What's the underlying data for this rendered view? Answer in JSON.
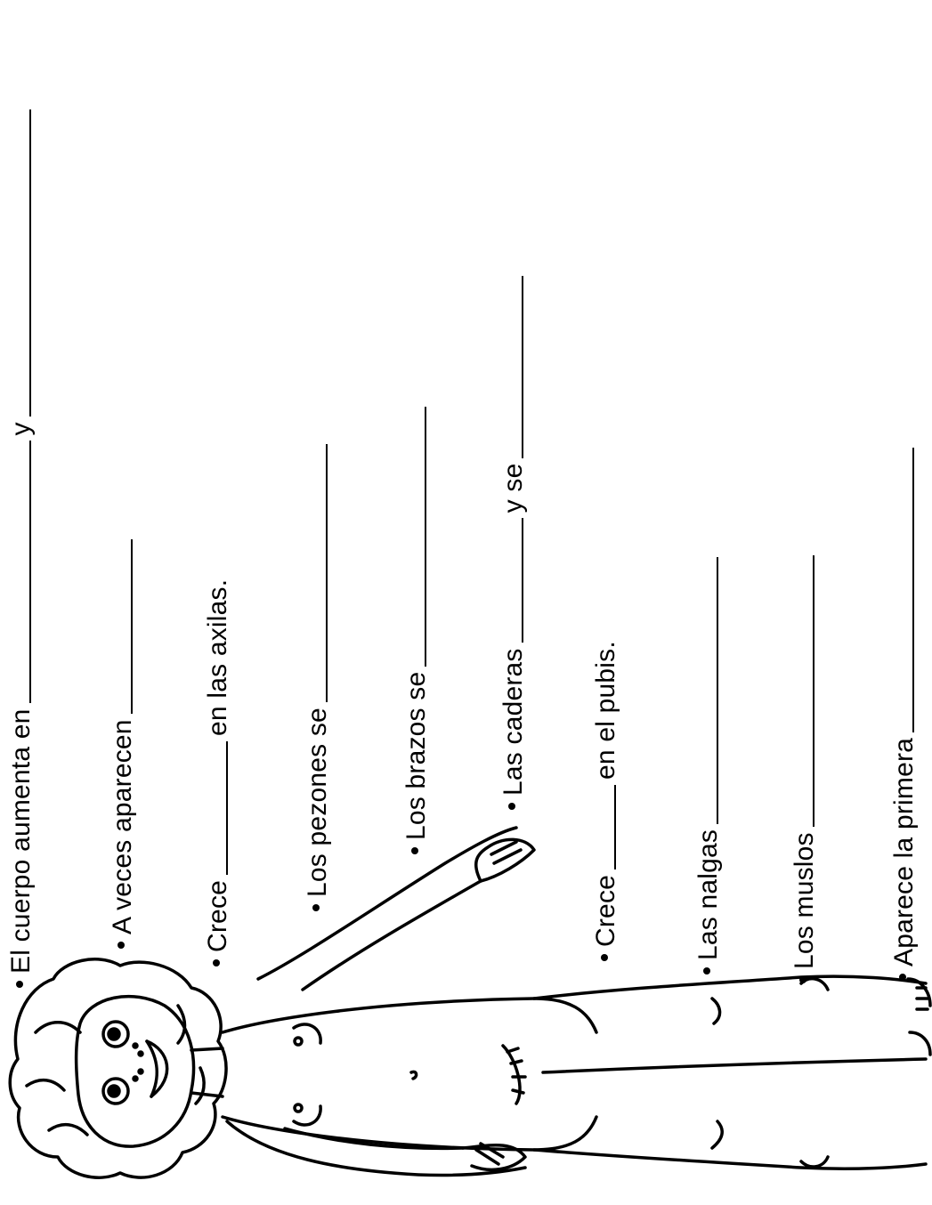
{
  "worksheet": {
    "items": [
      {
        "text_a": "El cuerpo aumenta en",
        "text_b": "y"
      },
      {
        "text_a": "A veces aparecen"
      },
      {
        "text_a": "Crece",
        "text_b": "en las axilas."
      },
      {
        "text_a": "Los pezones se"
      },
      {
        "text_a": "Los brazos se"
      },
      {
        "text_a": "Las caderas",
        "text_b": "y se"
      },
      {
        "text_a": "Crece",
        "text_b": "en el pubis."
      },
      {
        "text_a": "Las nalgas"
      },
      {
        "text_a": "Los muslos"
      },
      {
        "text_a": "Aparece la primera"
      }
    ]
  },
  "illustration": {
    "icon": "girl-figure-icon"
  }
}
